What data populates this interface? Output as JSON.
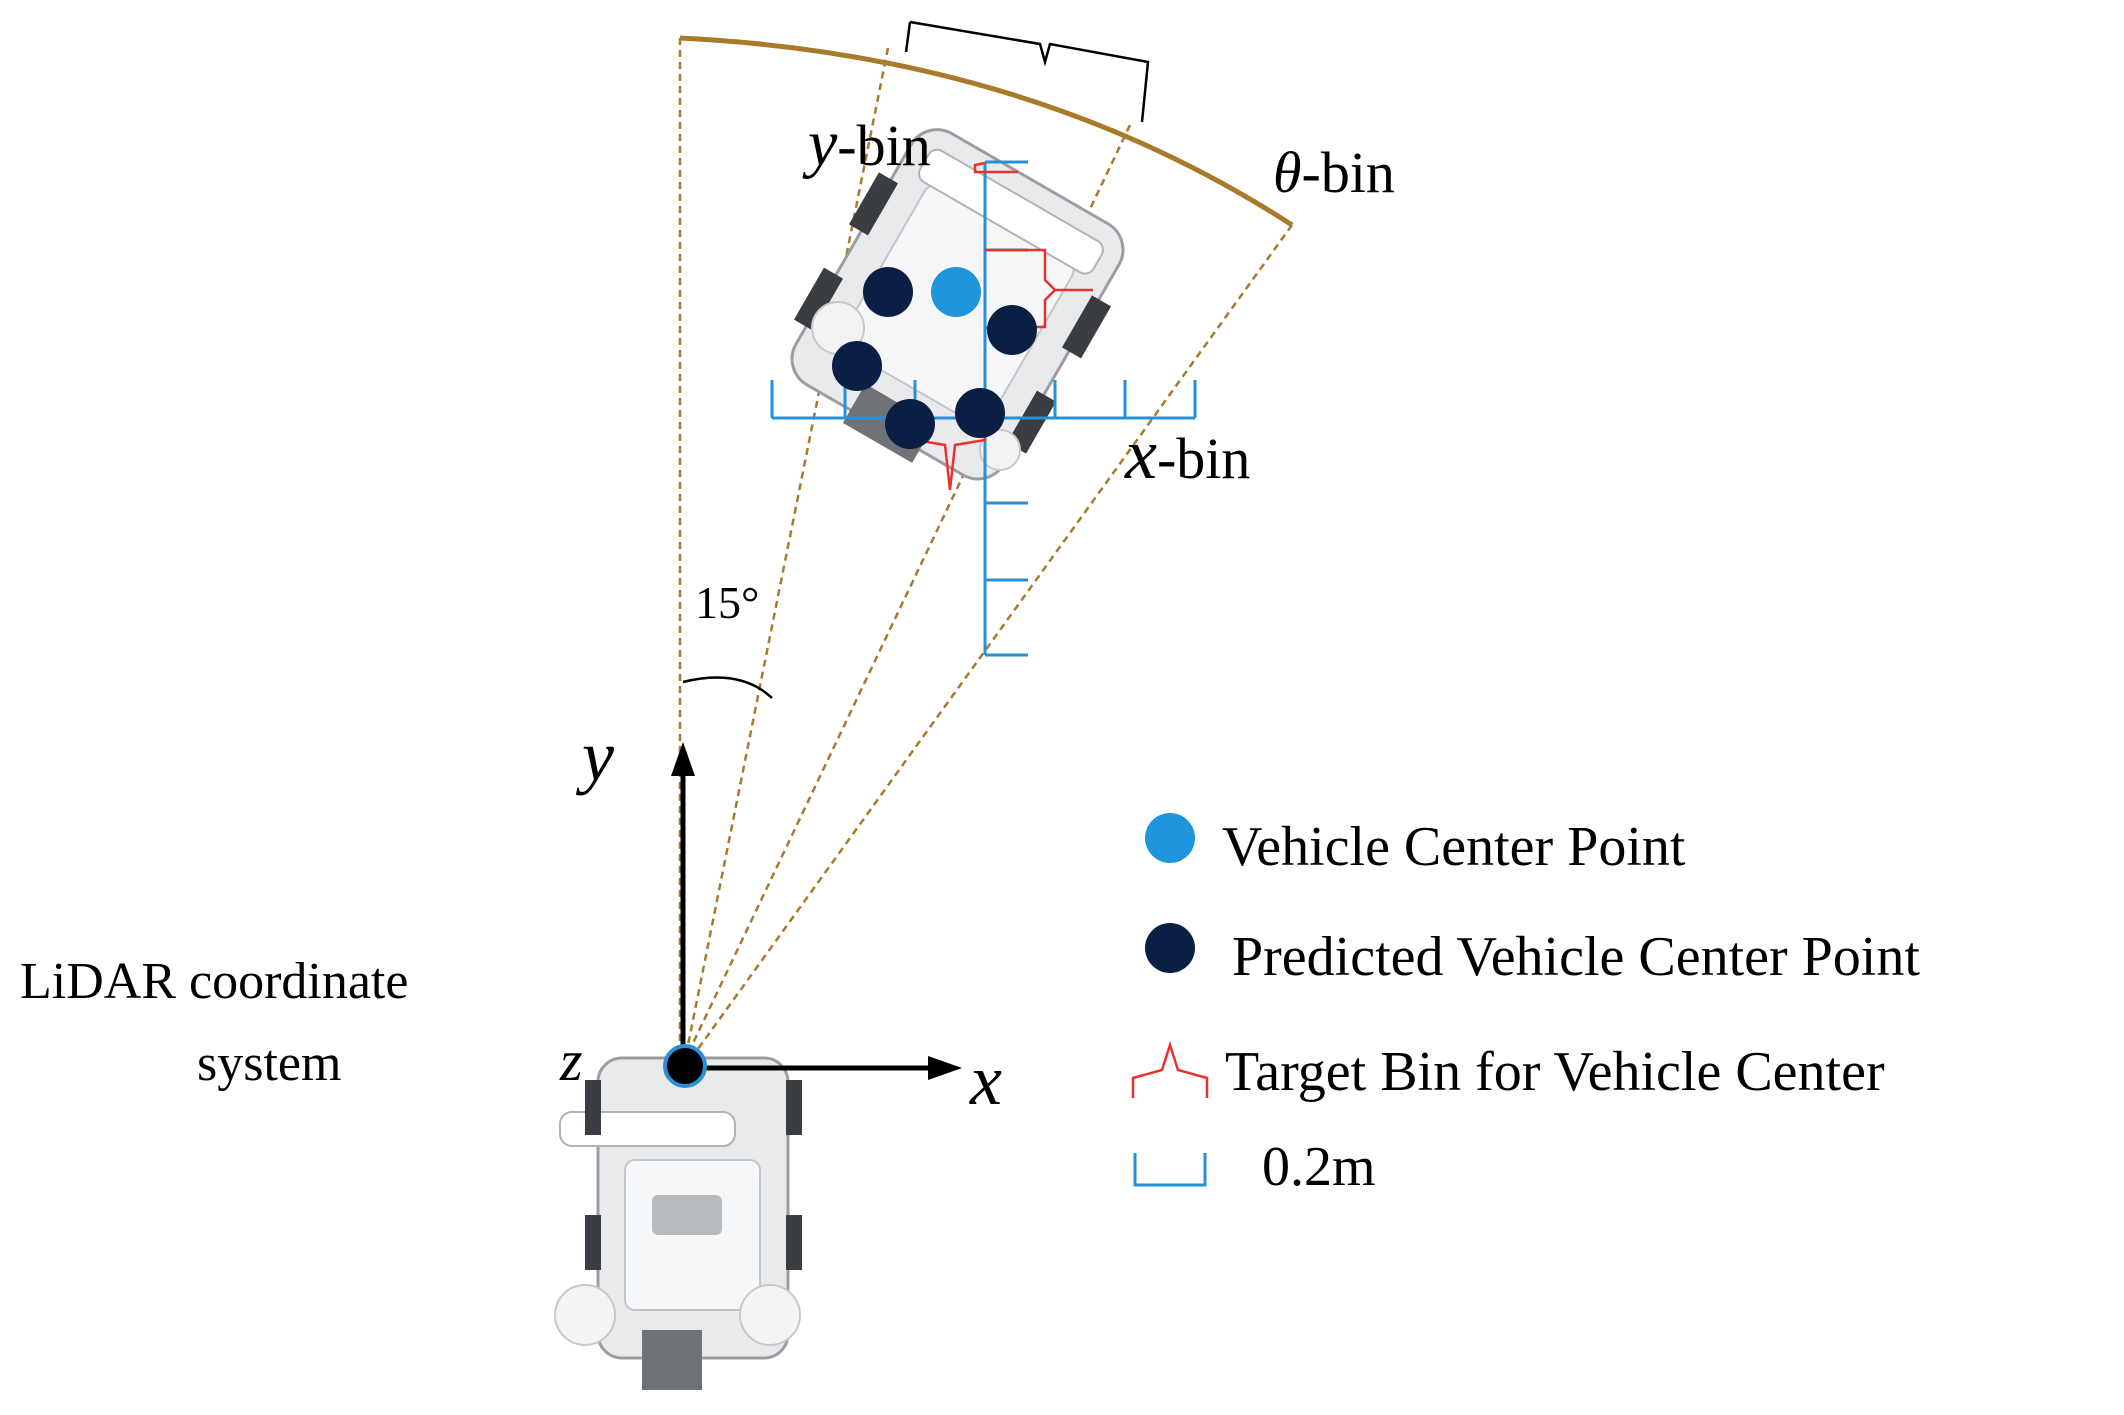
{
  "labels": {
    "y_bin": "-bin",
    "y_bin_var": "y",
    "theta_bin": "-bin",
    "theta_bin_var": "θ",
    "x_bin": "-bin",
    "x_bin_var": "x",
    "angle": "15°",
    "axis_y": "y",
    "axis_x": "x",
    "axis_z": "z",
    "lidar_line1": "LiDAR coordinate",
    "lidar_line2": "system"
  },
  "legend": {
    "vehicle_center": "Vehicle Center Point",
    "predicted_center": "Predicted Vehicle Center Point",
    "target_bin": "Target Bin for Vehicle Center",
    "scale": "0.2m"
  },
  "colors": {
    "vehicle_center": "#1f95dd",
    "predicted_center": "#0b1f45",
    "target_bin": "#e8322b",
    "scale_bin": "#2a8fd8",
    "arc": "#a87a2a",
    "axis": "#000000"
  }
}
